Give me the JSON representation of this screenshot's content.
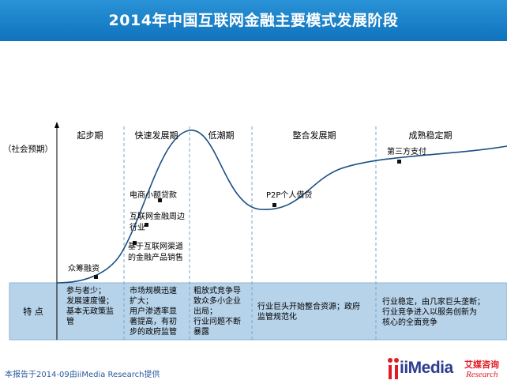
{
  "title": "2014年中国互联网金融主要模式发展阶段",
  "y_axis_label": "（社会预期）",
  "stages": [
    "起步期",
    "快速发展期",
    "低潮期",
    "整合发展期",
    "成熟稳定期"
  ],
  "events": {
    "crowdfunding": "众筹融资",
    "ecommerce_loan": "电商小额贷款",
    "internet_finance_line1": "互联网金融周边",
    "internet_finance_line2": "行业",
    "channel_line1": "基于互联网渠道",
    "channel_line2": "的金融产品销售",
    "p2p": "P2P个人借贷",
    "third_party_payment": "第三方支付"
  },
  "features_label": "特 点",
  "features": [
    [
      "参与者少；",
      "发展速度慢；",
      "基本无政策监",
      "管"
    ],
    [
      "市场规模迅速",
      "扩大；",
      "用户渗透率显",
      "著提高，有初",
      "步的政府监管"
    ],
    [
      "粗放式竞争导",
      "致众多小企业",
      "出局；",
      "行业问题不断",
      "暴露"
    ],
    [
      "行业巨头开始整合资源；政府",
      "监管规范化"
    ],
    [
      "行业稳定，由几家巨头垄断；",
      "行业竞争进入以服务创新为",
      "核心的全面竞争"
    ]
  ],
  "footer": "本报告于2014-09由iiMedia Research提供",
  "logo": {
    "main": "iiMedia",
    "cn": "艾媒咨询",
    "en": "Research"
  },
  "colors": {
    "title_bg": "#1a7cc4",
    "feature_row_bg": "#b7d3ea",
    "curve": "#1a4f86",
    "dashed": "#7ba4cc",
    "logo_red": "#e21b23",
    "logo_blue": "#2c3e8f"
  }
}
